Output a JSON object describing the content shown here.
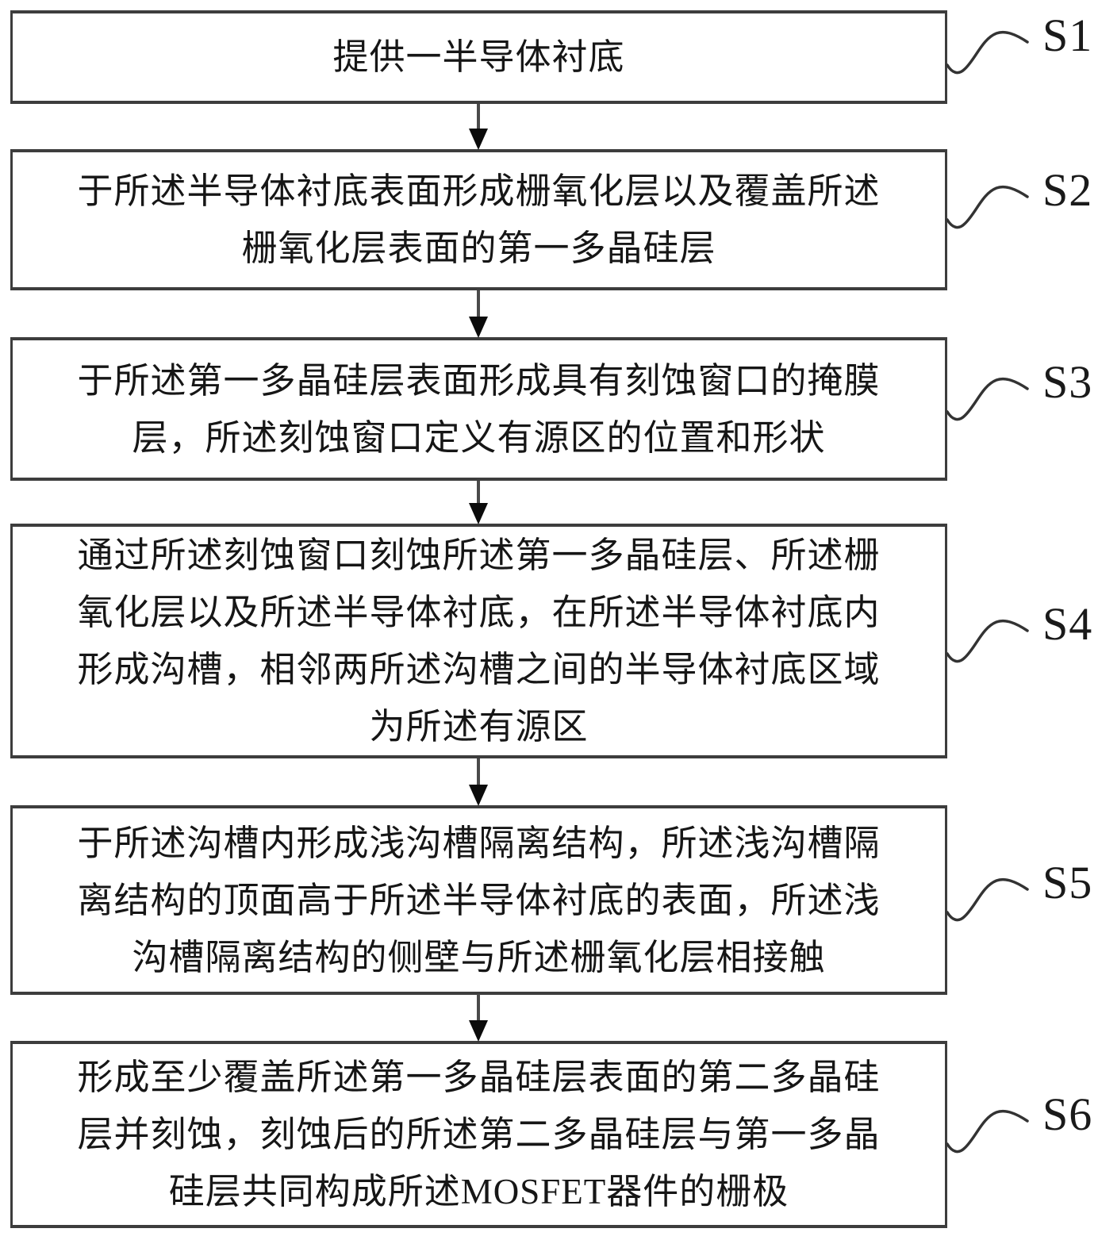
{
  "figure_type": "patent-flowchart",
  "colors": {
    "background": "#ffffff",
    "box_border": "#3d3d3d",
    "text": "#161616",
    "arrow_shaft": "#4a4a4a",
    "arrow_head": "#0b0b0b",
    "connector_stroke": "#333333"
  },
  "steps": [
    {
      "label": "S1",
      "lines": [
        "提供一半导体衬底"
      ]
    },
    {
      "label": "S2",
      "lines": [
        "于所述半导体衬底表面形成栅氧化层以及覆盖所述",
        "栅氧化层表面的第一多晶硅层"
      ]
    },
    {
      "label": "S3",
      "lines": [
        "于所述第一多晶硅层表面形成具有刻蚀窗口的掩膜",
        "层，所述刻蚀窗口定义有源区的位置和形状"
      ]
    },
    {
      "label": "S4",
      "lines": [
        "通过所述刻蚀窗口刻蚀所述第一多晶硅层、所述栅",
        "氧化层以及所述半导体衬底，在所述半导体衬底内",
        "形成沟槽，相邻两所述沟槽之间的半导体衬底区域",
        "为所述有源区"
      ]
    },
    {
      "label": "S5",
      "lines": [
        "于所述沟槽内形成浅沟槽隔离结构，所述浅沟槽隔",
        "离结构的顶面高于所述半导体衬底的表面，所述浅",
        "沟槽隔离结构的侧壁与所述栅氧化层相接触"
      ]
    },
    {
      "label": "S6",
      "lines": [
        "形成至少覆盖所述第一多晶硅层表面的第二多晶硅",
        "层并刻蚀，刻蚀后的所述第二多晶硅层与第一多晶",
        "硅层共同构成所述MOSFET器件的栅极"
      ]
    }
  ]
}
